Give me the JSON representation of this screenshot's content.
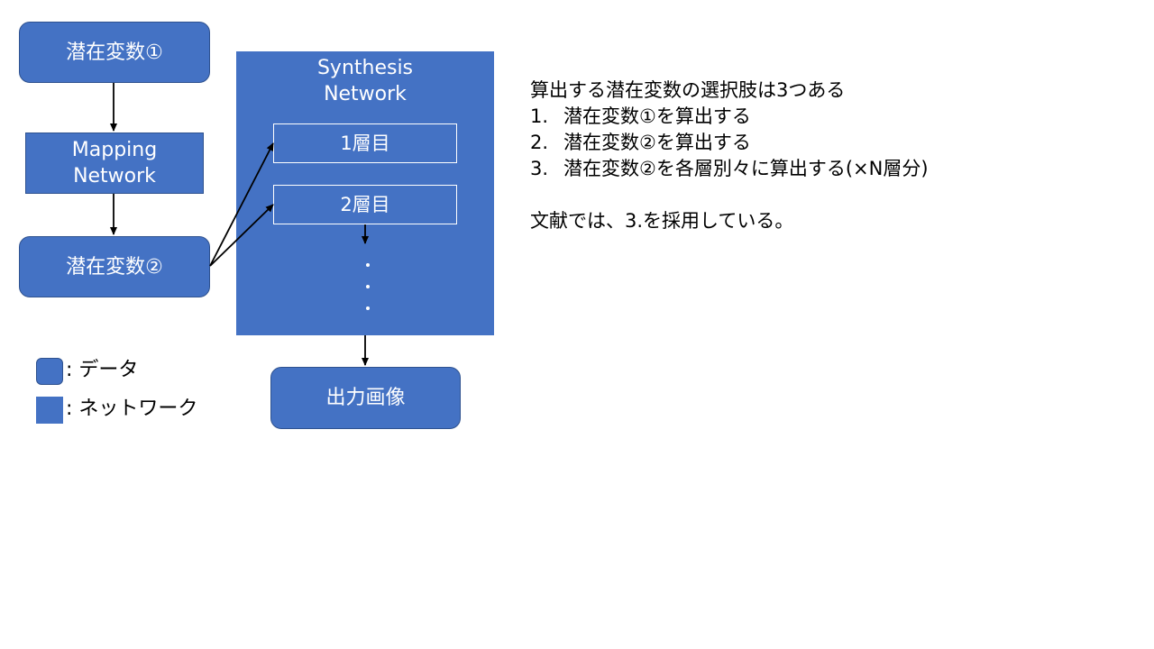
{
  "diagram": {
    "latent1": "潜在変数①",
    "mapping_network": "Mapping\nNetwork",
    "latent2": "潜在変数②",
    "synthesis_network": "Synthesis\nNetwork",
    "layer1": "1層目",
    "layer2": "2層目",
    "output": "出力画像"
  },
  "legend": {
    "data_label": ": データ",
    "network_label": ": ネットワーク"
  },
  "notes": {
    "heading": "算出する潜在変数の選択肢は3つある",
    "items": [
      {
        "num": "1.",
        "text": "潜在変数①を算出する"
      },
      {
        "num": "2.",
        "text": "潜在変数②を算出する"
      },
      {
        "num": "3.",
        "text": "潜在変数②を各層別々に算出する(×N層分)"
      }
    ],
    "conclusion": "文献では、3.を採用している。"
  },
  "colors": {
    "box_fill": "#4472c4",
    "box_border": "#2f528f",
    "text_on_box": "#ffffff",
    "arrow": "#000000"
  }
}
